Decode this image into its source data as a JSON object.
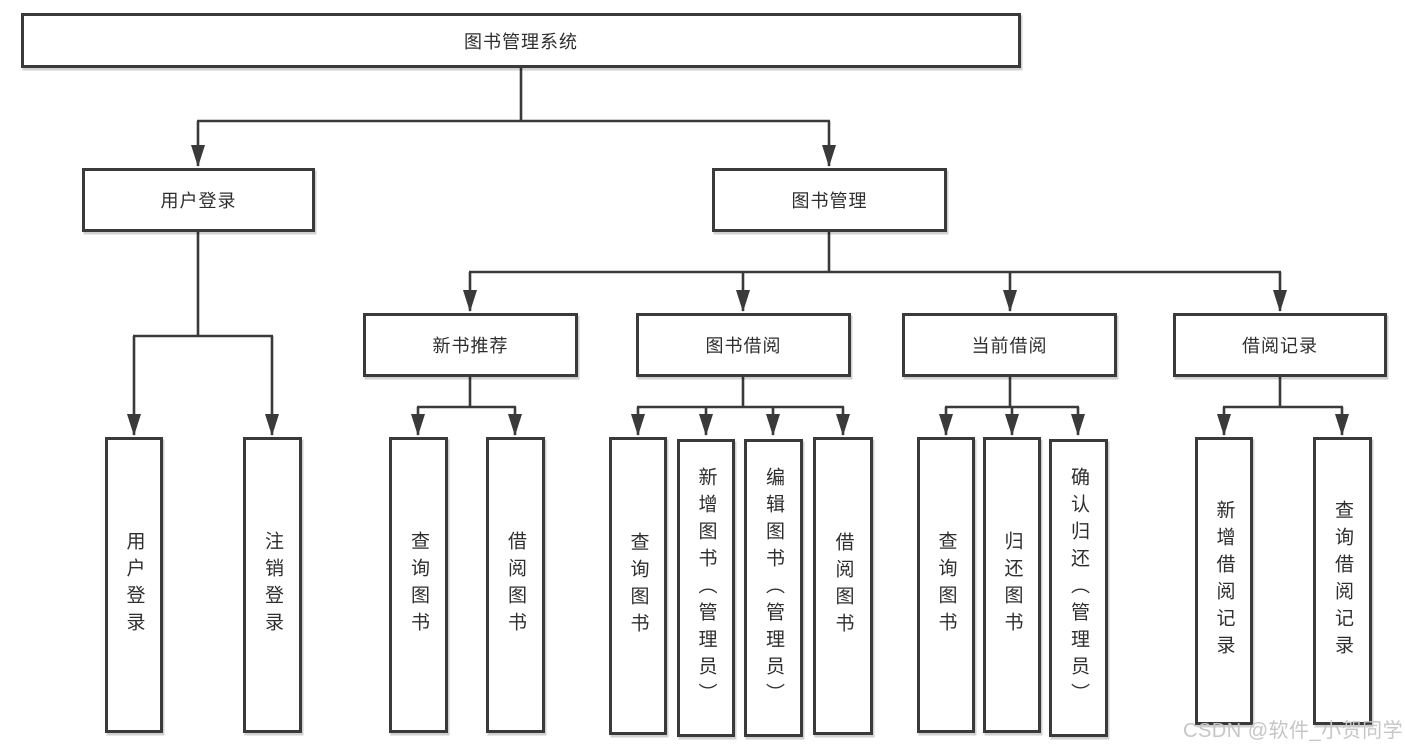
{
  "colors": {
    "line": "#3a3a3a",
    "text": "#2e2e2e",
    "box_background": "#ffffff",
    "page_background": "#ffffff",
    "watermark": "#c6c6c6"
  },
  "tree": {
    "root": {
      "label": "图书管理系统",
      "children": [
        {
          "label": "用户登录",
          "children": [
            {
              "label": "用户登录"
            },
            {
              "label": "注销登录"
            }
          ]
        },
        {
          "label": "图书管理",
          "children": [
            {
              "label": "新书推荐",
              "children": [
                {
                  "label": "查询图书"
                },
                {
                  "label": "借阅图书"
                }
              ]
            },
            {
              "label": "图书借阅",
              "children": [
                {
                  "label": "查询图书"
                },
                {
                  "label": "新增图书（管理员）"
                },
                {
                  "label": "编辑图书（管理员）"
                },
                {
                  "label": "借阅图书"
                }
              ]
            },
            {
              "label": "当前借阅",
              "children": [
                {
                  "label": "查询图书"
                },
                {
                  "label": "归还图书"
                },
                {
                  "label": "确认归还（管理员）"
                }
              ]
            },
            {
              "label": "借阅记录",
              "children": [
                {
                  "label": "新增借阅记录"
                },
                {
                  "label": "查询借阅记录"
                }
              ]
            }
          ]
        }
      ]
    }
  },
  "watermark": {
    "text": "CSDN @软件_小贺同学"
  }
}
